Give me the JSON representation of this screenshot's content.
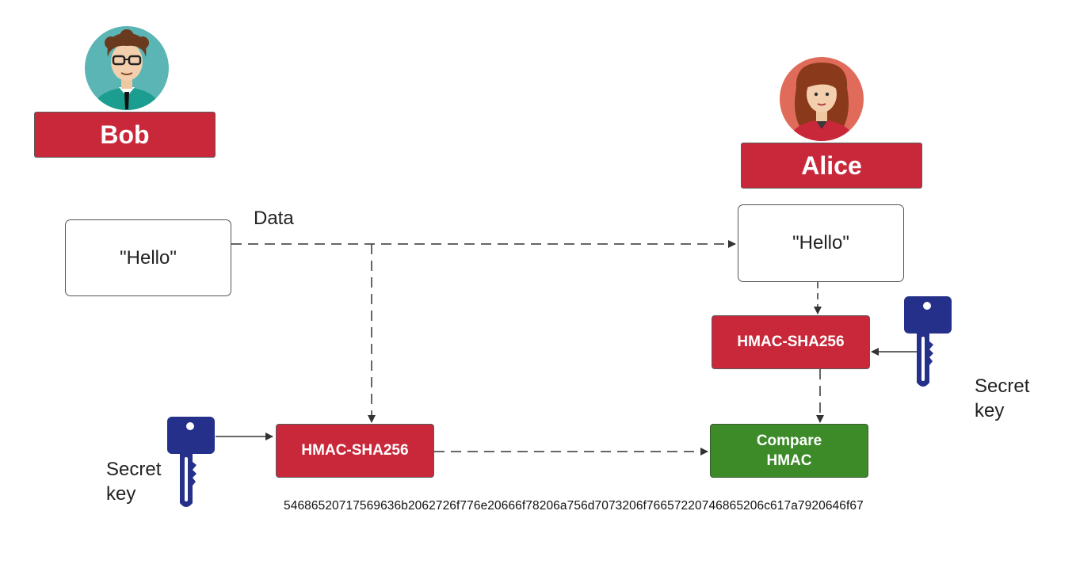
{
  "bob": {
    "name": "Bob",
    "message": "\"Hello\"",
    "hmac_label": "HMAC-SHA256"
  },
  "alice": {
    "name": "Alice",
    "message": "\"Hello\"",
    "hmac_label": "HMAC-SHA256"
  },
  "flow": {
    "data_label": "Data"
  },
  "compare": {
    "line1": "Compare",
    "line2": "HMAC"
  },
  "bob_key": {
    "line1": "Secret",
    "line2": "key",
    "icon": "key-icon"
  },
  "alice_key": {
    "line1": "Secret",
    "line2": "key",
    "icon": "key-icon"
  },
  "hmac_output": "54686520717569636b2062726f776e20666f78206a756d7073206f76657220746865206c617a7920646f67",
  "colors": {
    "red": "#c9283a",
    "green": "#3c8a28",
    "key_blue": "#25308a"
  }
}
